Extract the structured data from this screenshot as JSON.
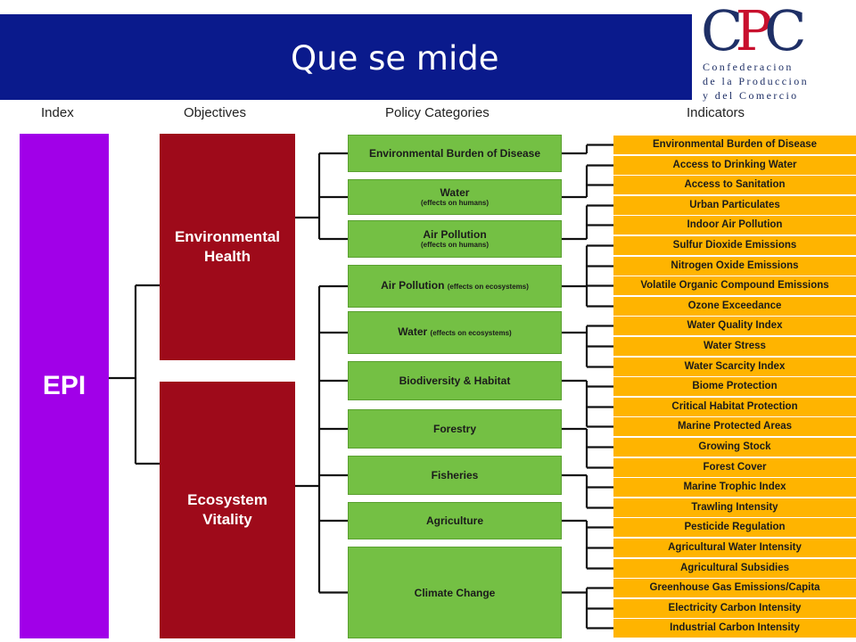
{
  "title": "Que se mide",
  "logo": {
    "mark": "CPC",
    "line1": "Confederacion",
    "line2": "de la Produccion",
    "line3": "y del Comercio"
  },
  "headers": {
    "index": "Index",
    "objectives": "Objectives",
    "categories": "Policy Categories",
    "indicators": "Indicators"
  },
  "index": "EPI",
  "objectives": [
    "Environmental Health",
    "Ecosystem Vitality"
  ],
  "categories": [
    {
      "label": "Environmental Burden of Disease",
      "sub": ""
    },
    {
      "label": "Water",
      "sub": "(effects on humans)"
    },
    {
      "label": "Air Pollution",
      "sub": "(effects on humans)"
    },
    {
      "label": "Air Pollution",
      "inline": "(effects on ecosystems)"
    },
    {
      "label": "Water",
      "inline": "(effects on ecosystems)"
    },
    {
      "label": "Biodiversity & Habitat",
      "sub": ""
    },
    {
      "label": "Forestry",
      "sub": ""
    },
    {
      "label": "Fisheries",
      "sub": ""
    },
    {
      "label": "Agriculture",
      "sub": ""
    },
    {
      "label": "Climate Change",
      "sub": ""
    }
  ],
  "indicators": [
    "Environmental Burden of Disease",
    "Access to Drinking Water",
    "Access to Sanitation",
    "Urban Particulates",
    "Indoor Air Pollution",
    "Sulfur Dioxide Emissions",
    "Nitrogen Oxide Emissions",
    "Volatile Organic Compound Emissions",
    "Ozone Exceedance",
    "Water Quality Index",
    "Water Stress",
    "Water Scarcity Index",
    "Biome Protection",
    "Critical Habitat Protection",
    "Marine Protected Areas",
    "Growing Stock",
    "Forest Cover",
    "Marine Trophic Index",
    "Trawling Intensity",
    "Pesticide Regulation",
    "Agricultural Water Intensity",
    "Agricultural Subsidies",
    "Greenhouse Gas Emissions/Capita",
    "Electricity Carbon Intensity",
    "Industrial Carbon Intensity"
  ],
  "colors": {
    "banner": "#0a1a8c",
    "index": "#a100e8",
    "objective": "#9e0a1a",
    "category": "#74c044",
    "indicator": "#ffb400"
  }
}
